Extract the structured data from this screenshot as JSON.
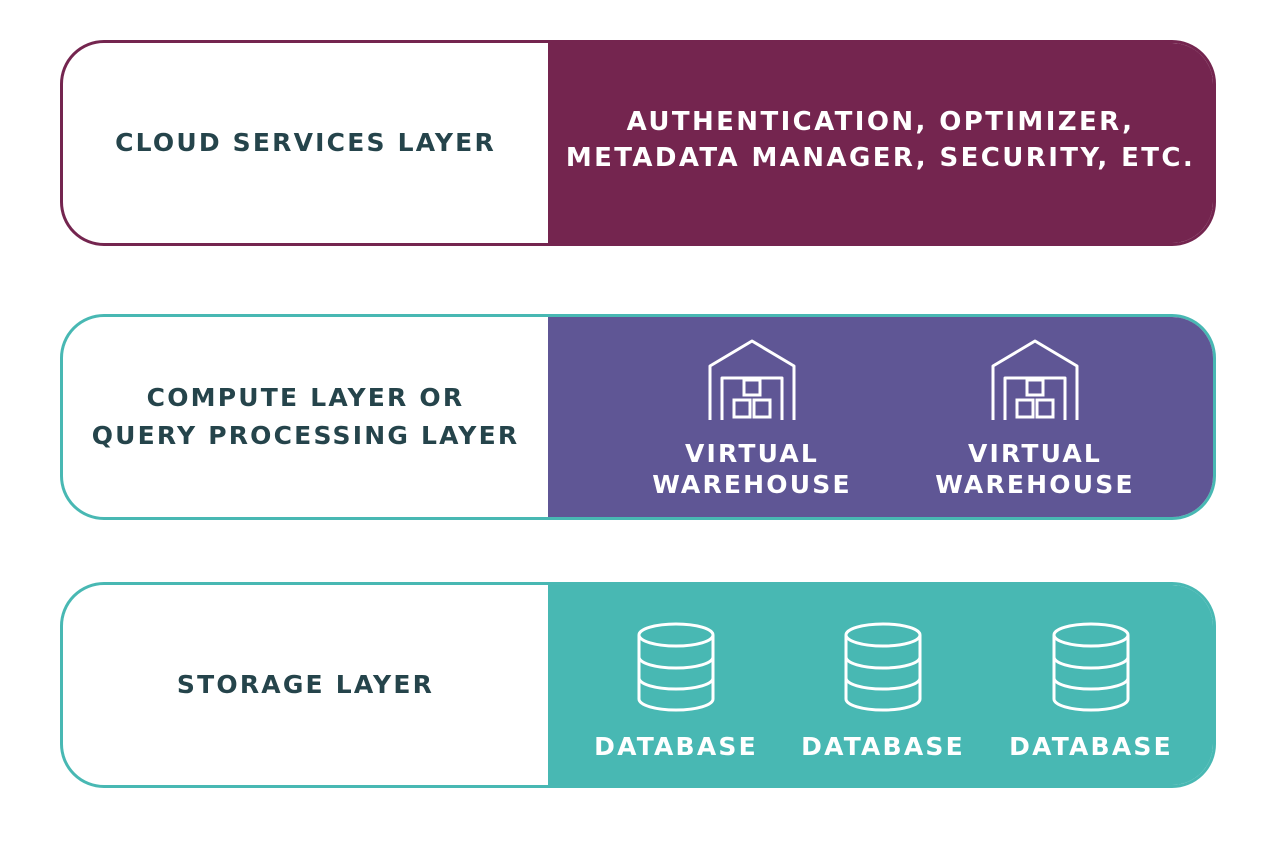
{
  "colors": {
    "cloud_services": "#74254f",
    "compute": "#5f5695",
    "storage": "#48b8b3",
    "label_text": "#25444b",
    "panel_text": "#ffffff"
  },
  "layers": [
    {
      "label": "CLOUD SERVICES LAYER",
      "panel_text": "AUTHENTICATION, OPTIMIZER,\nMETADATA MANAGER, SECURITY, ETC."
    },
    {
      "label": "COMPUTE LAYER OR\nQUERY PROCESSING LAYER",
      "items": [
        {
          "icon": "warehouse-icon",
          "label": "VIRTUAL\nWAREHOUSE"
        },
        {
          "icon": "warehouse-icon",
          "label": "VIRTUAL\nWAREHOUSE"
        }
      ]
    },
    {
      "label": "STORAGE LAYER",
      "items": [
        {
          "icon": "database-icon",
          "label": "DATABASE"
        },
        {
          "icon": "database-icon",
          "label": "DATABASE"
        },
        {
          "icon": "database-icon",
          "label": "DATABASE"
        }
      ]
    }
  ]
}
